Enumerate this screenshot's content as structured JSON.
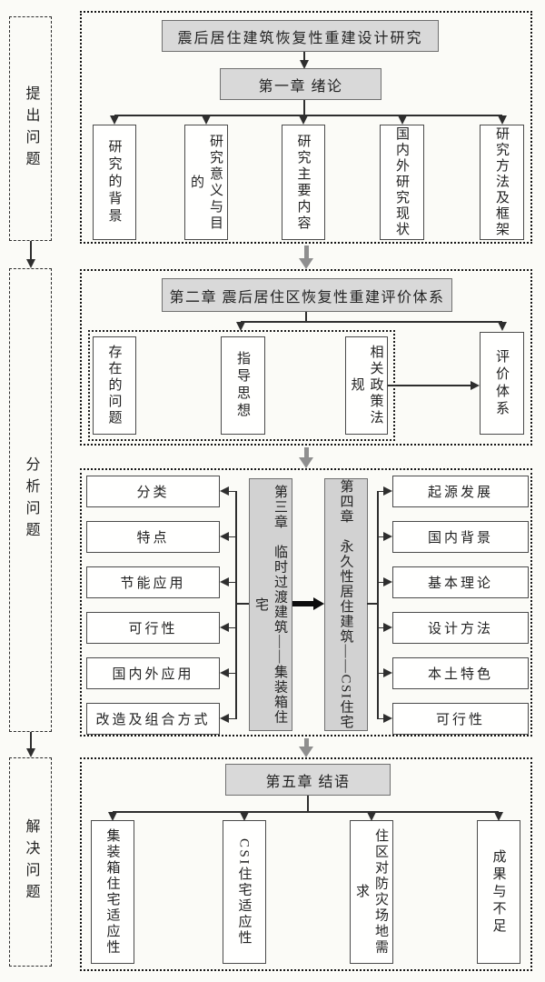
{
  "meta": {
    "doc_type": "thesis-structure-flowchart"
  },
  "phases": [
    {
      "label": "提出问题"
    },
    {
      "label": "分析问题"
    },
    {
      "label": "解决问题"
    }
  ],
  "s1": {
    "title": "震后居住建筑恢复性重建设计研究",
    "chapter": "第一章 绪论",
    "boxes": [
      "研究的背景",
      "研究意义与目的",
      "研究主要内容",
      "国内外研究现状",
      "研究方法及框架"
    ]
  },
  "s2": {
    "chapter": "第二章 震后居住区恢复性重建评价体系",
    "boxes": [
      "存在的问题",
      "指导思想",
      "相关政策法规"
    ],
    "result": "评价体系"
  },
  "s3": {
    "left_chapter": "第三章　临时过渡建筑——集装箱住宅",
    "right_chapter": "第四章　永久性居住建筑——CSI住宅",
    "left_boxes": [
      "分类",
      "特点",
      "节能应用",
      "可行性",
      "国内外应用",
      "改造及组合方式"
    ],
    "right_boxes": [
      "起源发展",
      "国内背景",
      "基本理论",
      "设计方法",
      "本土特色",
      "可行性"
    ]
  },
  "s4": {
    "chapter": "第五章 结语",
    "boxes": [
      "集装箱住宅适应性",
      "CSI住宅适应性",
      "住区对防灾场地需求",
      "成果与不足"
    ]
  },
  "colors": {
    "paper": "#fbfbf7",
    "box_fill": "#fffffe",
    "gray_fill": "#d9d9d9",
    "column_fill": "#d2d2d2",
    "line": "#2e2e2e",
    "gray_arrow": "#8f8f8f"
  }
}
